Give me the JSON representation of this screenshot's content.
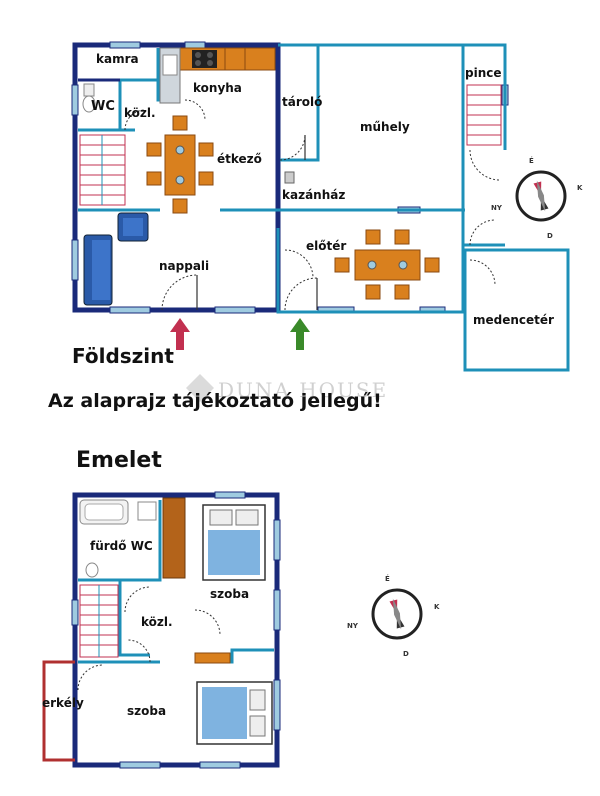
{
  "ground_floor": {
    "title": "Földszint",
    "rooms": {
      "kamra": "kamra",
      "konyha": "konyha",
      "wc": "WC",
      "kozl": "közl.",
      "etkezo": "étkező",
      "nappali": "nappali",
      "tarolo": "tároló",
      "muhely": "műhely",
      "pince": "pince",
      "kazanhaz": "kazánház",
      "eloter": "előtér",
      "medenceter": "medencetér"
    }
  },
  "notice": "Az alaprajz tájékoztató jellegű!",
  "watermark": "DUNA HOUSE",
  "upper_floor": {
    "title": "Emelet",
    "rooms": {
      "furdo_wc": "fürdő WC",
      "szoba_1": "szoba",
      "kozl": "közl.",
      "erkely": "erkély",
      "szoba_2": "szoba"
    }
  },
  "compass": {
    "north": "É",
    "east": "K",
    "south": "D",
    "west": "NY"
  },
  "colors": {
    "exterior_wall": "#1a2a7a",
    "interior_wall": "#1e90b8",
    "window": "#9fcbe0",
    "balcony": "#b03030",
    "furniture": "#d9801e",
    "bed": "#7fb3e0",
    "entrance_arrow_red": "#c23050",
    "entrance_arrow_green": "#3a8a2a"
  }
}
